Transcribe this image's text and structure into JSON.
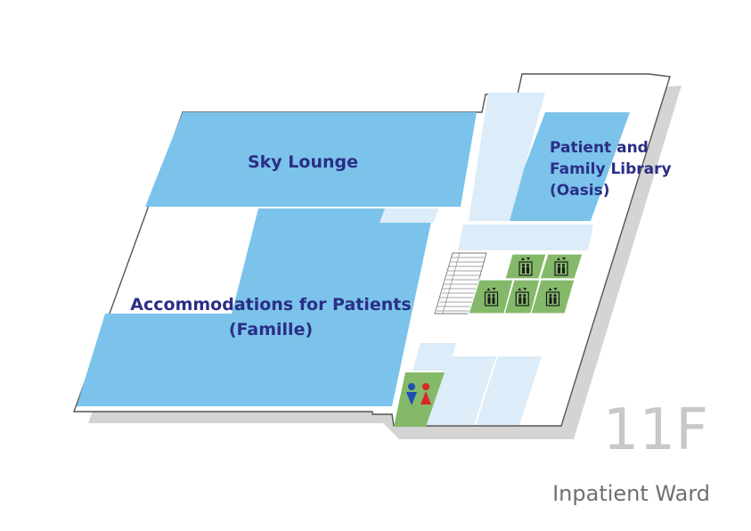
{
  "floor": {
    "number": "11F",
    "name": "Inpatient Ward"
  },
  "rooms": {
    "sky_lounge": "Sky Lounge",
    "library_line1": "Patient and",
    "library_line2": "Family Library",
    "library_line3": "(Oasis)",
    "accommodations_line1": "Accommodations for Patients",
    "accommodations_line2": "(Famille)"
  },
  "icons": {
    "elevator": "elevator-icon",
    "restroom": "restroom-icon",
    "stairs": "stairs-icon"
  },
  "colors": {
    "room": "#7bc3ea",
    "corridor": "#ffffff",
    "light_area": "#dcecf8",
    "facility": "#84b96a",
    "outline": "#555555",
    "shadow": "#d4d4d4",
    "label": "#2b2e86",
    "male": "#1d4fb3",
    "female": "#d9262c"
  }
}
